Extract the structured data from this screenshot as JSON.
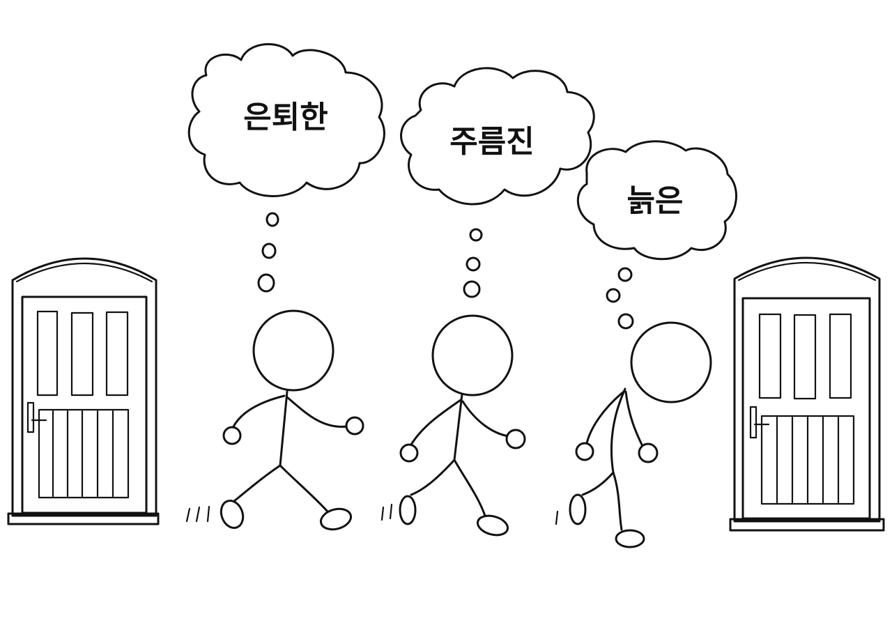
{
  "thoughts": [
    {
      "word": "은퇴한"
    },
    {
      "word": "주름진"
    },
    {
      "word": "늙은"
    }
  ],
  "colors": {
    "ink": "#111111",
    "paper": "#ffffff"
  },
  "elements": {
    "doors": [
      "door-icon-left",
      "door-icon-right"
    ],
    "figures": [
      "stick-figure-walking",
      "stick-figure-walking",
      "stick-figure-stooped"
    ]
  }
}
